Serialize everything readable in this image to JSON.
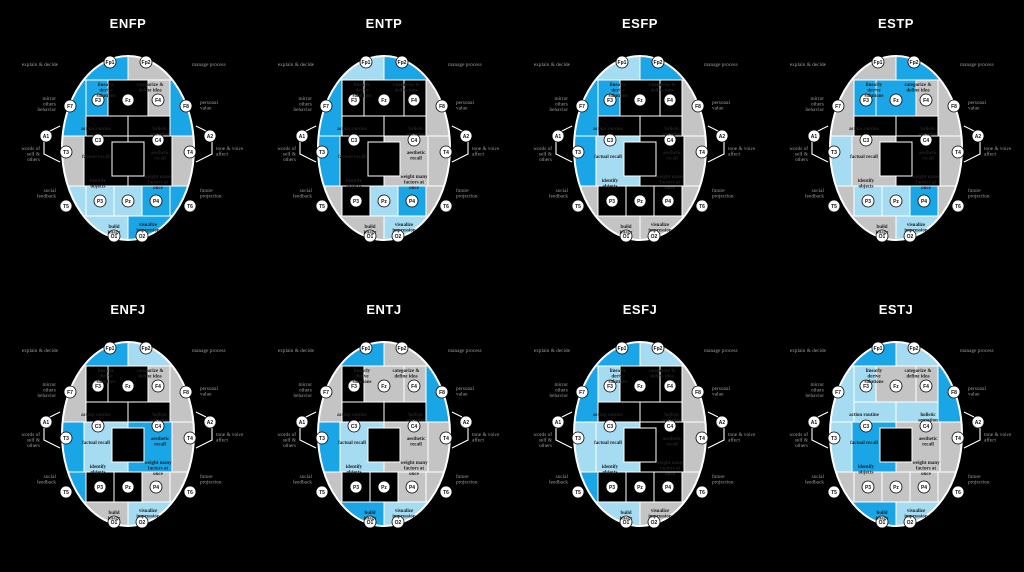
{
  "colors": {
    "blue": "#1aa6e6",
    "light_blue": "#a6dcf2",
    "gray": "#c4c4c4",
    "black": "#000000",
    "white": "#ffffff"
  },
  "diagrams": [
    {
      "title": "ENFP",
      "fills": {
        "F1": "#1aa6e6",
        "F2": "#c4c4c4",
        "F7": "#1aa6e6",
        "F8": "#1aa6e6",
        "T3": "#c4c4c4",
        "T4": "#c4c4c4",
        "T5": "#a6dcf2",
        "T6": "#1aa6e6",
        "O1": "#a6dcf2",
        "O2": "#1aa6e6",
        "f1": "#1aa6e6",
        "f2": "#000",
        "f3": "#000",
        "f4": "#c4c4c4",
        "c3": "#000",
        "c4": "#000",
        "p3": "#a6dcf2",
        "p4": "#1aa6e6",
        "pl": "#a6dcf2"
      }
    },
    {
      "title": "ENTP",
      "fills": {
        "F1": "#a6dcf2",
        "F2": "#1aa6e6",
        "F7": "#1aa6e6",
        "F8": "#c4c4c4",
        "T3": "#1aa6e6",
        "T4": "#c4c4c4",
        "T5": "#c4c4c4",
        "T6": "#c4c4c4",
        "O1": "#c4c4c4",
        "O2": "#a6dcf2",
        "f1": "#000",
        "f2": "#000",
        "f3": "#000",
        "f4": "#000",
        "c3": "#000",
        "c4": "#c4c4c4",
        "p3": "#000",
        "p4": "#1aa6e6",
        "pl": "#a6dcf2"
      }
    },
    {
      "title": "ESFP",
      "fills": {
        "F1": "#a6dcf2",
        "F2": "#1aa6e6",
        "F7": "#1aa6e6",
        "F8": "#c4c4c4",
        "T3": "#1aa6e6",
        "T4": "#c4c4c4",
        "T5": "#c4c4c4",
        "T6": "#c4c4c4",
        "O1": "#c4c4c4",
        "O2": "#c4c4c4",
        "f1": "#1aa6e6",
        "f2": "#000",
        "f3": "#000",
        "f4": "#000",
        "c3": "#a6dcf2",
        "c4": "#000",
        "p3": "#000",
        "p4": "#000",
        "pl": "#000"
      }
    },
    {
      "title": "ESTP",
      "fills": {
        "F1": "#c4c4c4",
        "F2": "#1aa6e6",
        "F7": "#c4c4c4",
        "F8": "#c4c4c4",
        "T3": "#a6dcf2",
        "T4": "#c4c4c4",
        "T5": "#c4c4c4",
        "T6": "#c4c4c4",
        "O1": "#c4c4c4",
        "O2": "#a6dcf2",
        "f1": "#1aa6e6",
        "f2": "#1aa6e6",
        "f3": "#000",
        "f4": "#c4c4c4",
        "c3": "#c4c4c4",
        "c4": "#000",
        "p3": "#a6dcf2",
        "p4": "#1aa6e6",
        "pl": "#a6dcf2"
      }
    },
    {
      "title": "ENFJ",
      "fills": {
        "F1": "#1aa6e6",
        "F2": "#a6dcf2",
        "F7": "#c4c4c4",
        "F8": "#c4c4c4",
        "T3": "#1aa6e6",
        "T4": "#c4c4c4",
        "T5": "#1aa6e6",
        "T6": "#c4c4c4",
        "O1": "#c4c4c4",
        "O2": "#a6dcf2",
        "f1": "#000",
        "f2": "#000",
        "f3": "#000",
        "f4": "#c4c4c4",
        "c3": "#a6dcf2",
        "c4": "#1aa6e6",
        "p3": "#000",
        "p4": "#c4c4c4",
        "pl": "#000"
      }
    },
    {
      "title": "ENTJ",
      "fills": {
        "F1": "#1aa6e6",
        "F2": "#c4c4c4",
        "F7": "#c4c4c4",
        "F8": "#1aa6e6",
        "T3": "#1aa6e6",
        "T4": "#c4c4c4",
        "T5": "#c4c4c4",
        "T6": "#c4c4c4",
        "O1": "#1aa6e6",
        "O2": "#a6dcf2",
        "f1": "#000",
        "f2": "#c4c4c4",
        "f3": "#000",
        "f4": "#c4c4c4",
        "c3": "#a6dcf2",
        "c4": "#c4c4c4",
        "p3": "#000",
        "p4": "#c4c4c4",
        "pl": "#000"
      }
    },
    {
      "title": "ESFJ",
      "fills": {
        "F1": "#1aa6e6",
        "F2": "#a6dcf2",
        "F7": "#1aa6e6",
        "F8": "#c4c4c4",
        "T3": "#a6dcf2",
        "T4": "#c4c4c4",
        "T5": "#1aa6e6",
        "T6": "#c4c4c4",
        "O1": "#a6dcf2",
        "O2": "#c4c4c4",
        "f1": "#a6dcf2",
        "f2": "#000",
        "f3": "#000",
        "f4": "#000",
        "c3": "#a6dcf2",
        "c4": "#000",
        "p3": "#000",
        "p4": "#000",
        "pl": "#000"
      }
    },
    {
      "title": "ESTJ",
      "fills": {
        "F1": "#1aa6e6",
        "F2": "#a6dcf2",
        "F7": "#a6dcf2",
        "F8": "#1aa6e6",
        "T3": "#a6dcf2",
        "T4": "#c4c4c4",
        "T5": "#c4c4c4",
        "T6": "#c4c4c4",
        "O1": "#1aa6e6",
        "O2": "#a6dcf2",
        "f1": "#a6dcf2",
        "f2": "#c4c4c4",
        "f3": "#a6dcf2",
        "f4": "#c4c4c4",
        "c3": "#1aa6e6",
        "c4": "#c4c4c4",
        "p3": "#c4c4c4",
        "p4": "#c4c4c4",
        "pl": "#c4c4c4"
      }
    }
  ],
  "node_labels": [
    "Fp1",
    "Fp2",
    "F7",
    "F8",
    "F3",
    "F4",
    "Fz",
    "A1",
    "A2",
    "T3",
    "T4",
    "C3",
    "C4",
    "Pz",
    "P3",
    "P4",
    "T5",
    "T6",
    "O1",
    "O2"
  ],
  "region_labels": {
    "explain": "explain & decide",
    "manage": "manage process",
    "mirror": "mirror others behavior",
    "personal": "personal value",
    "linearly": "linearly derive solutions",
    "categorize": "categorize & define idea",
    "words": "words of self & others",
    "tone": "tone & voice affect",
    "action": "action routine",
    "factual": "factual recall",
    "holistic": "holistic sensation",
    "aesthetic": "aesthetic recall",
    "identify": "identify objects",
    "weight": "weight many factors at once",
    "social": "social feedback",
    "future": "future projection",
    "build": "build image",
    "visualize": "visualize impression"
  }
}
